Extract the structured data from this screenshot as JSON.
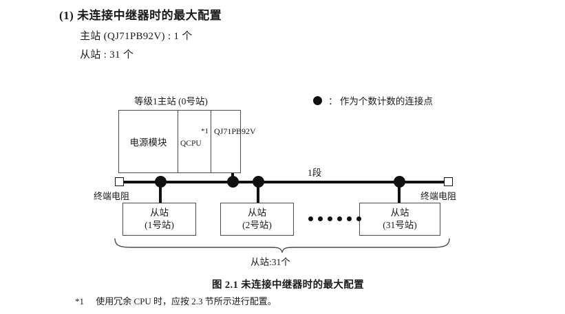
{
  "section": {
    "heading": "(1) 未连接中继器时的最大配置",
    "specs": [
      "主站 (QJ71PB92V) : 1 个",
      "从站 : 31 个"
    ]
  },
  "legend": {
    "symbol": "filled-circle",
    "text": "： 作为个数计数的连接点"
  },
  "diagram": {
    "master": {
      "title": "等级1主站 (0号站)",
      "modules": {
        "power": "电源模块",
        "cpu": "QCPU",
        "cpu_footnote_mark": "*1",
        "network_line1": "QJ71",
        "network_line2": "PB92V"
      }
    },
    "bus": {
      "segment_label": "1段",
      "terminator_left": "终端电阻",
      "terminator_right": "终端电阻"
    },
    "slaves": [
      {
        "line1": "从站",
        "line2": "(1号站)"
      },
      {
        "line1": "从站",
        "line2": "(2号站)"
      },
      {
        "line1": "从站",
        "line2": "(31号站)"
      }
    ],
    "ellipsis_count": 6,
    "brace_label": "从站:31个"
  },
  "caption": "图 2.1  未连接中继器时的最大配置",
  "footnote": {
    "mark": "*1",
    "text": "使用冗余 CPU 时，应按 2.3 节所示进行配置。"
  },
  "colors": {
    "ink": "#1a1a1a",
    "line": "#4a4a4a",
    "bus": "#111111",
    "background": "#ffffff"
  }
}
